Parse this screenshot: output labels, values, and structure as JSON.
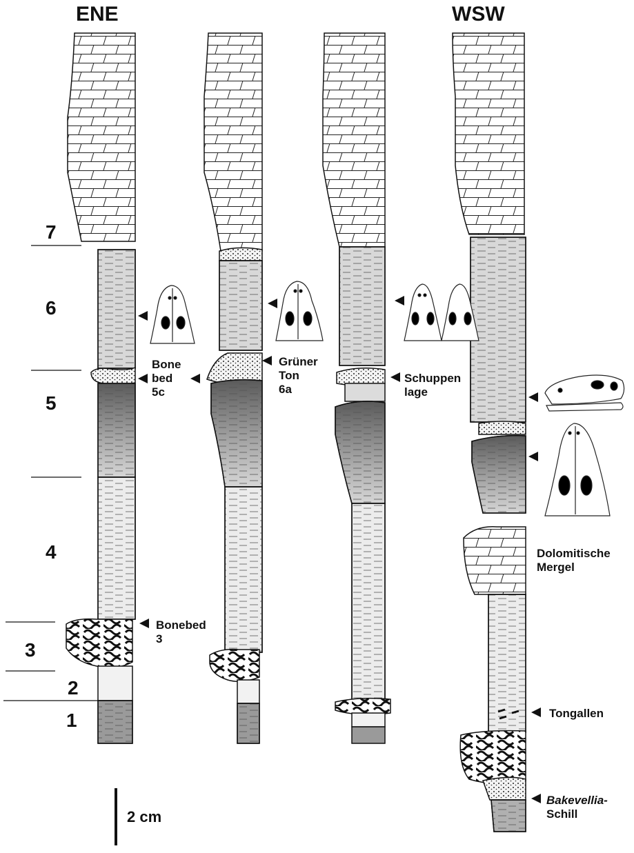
{
  "headers": {
    "left": "ENE",
    "right": "WSW"
  },
  "units": [
    "7",
    "6",
    "5",
    "4",
    "3",
    "2",
    "1"
  ],
  "annotations": {
    "bone_bed_5c": [
      "Bone",
      "bed",
      "5c"
    ],
    "gruener_ton": [
      "Grüner",
      "Ton",
      "6a"
    ],
    "schuppenlage": [
      "Schuppen",
      "lage"
    ],
    "bonebed_3": [
      "Bonebed",
      "3"
    ],
    "dolomitische_mergel": [
      "Dolomitische",
      "Mergel"
    ],
    "tongallen": "Tongallen",
    "bakevellia": [
      "Bakevellia-",
      "Schill"
    ]
  },
  "scale_bar": {
    "label": "2 cm"
  },
  "colors": {
    "ink": "#111111",
    "light_shale": "#e8e8e8",
    "mid_shale": "#c6c6c6",
    "dark_shale": "#8a8a8a"
  }
}
